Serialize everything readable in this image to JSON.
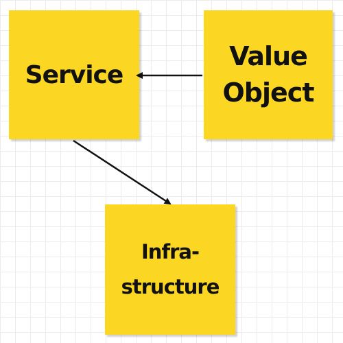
{
  "diagram": {
    "notes": {
      "service": {
        "label": "Service"
      },
      "value_object": {
        "line1": "Value",
        "line2": "Object"
      },
      "infrastructure": {
        "line1": "Infra-",
        "line2": "structure"
      }
    },
    "connections": [
      {
        "from": "Value Object",
        "to": "Service"
      },
      {
        "from": "Service",
        "to": "Infrastructure"
      }
    ],
    "note_color": "#fbd723",
    "line_color": "#111111"
  }
}
